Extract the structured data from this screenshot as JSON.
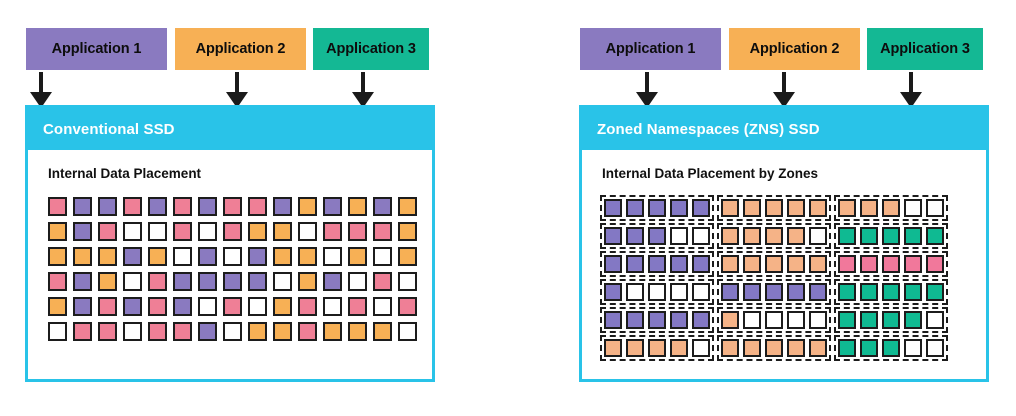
{
  "diagram": {
    "title": "Conventional SSD vs Zoned Namespaces (ZNS) SSD data placement",
    "colors": {
      "purple": "#8a7ac0",
      "orange": "#f7b055",
      "teal": "#14b894",
      "cyan_header": "#29c3e8",
      "pink": "#ef7f96",
      "peach": "#f5b387",
      "zns_purple": "#8378c4",
      "zns_teal": "#0fba92",
      "zns_pink": "#f1789b",
      "white": "#ffffff",
      "outline": "#1c1c1c"
    }
  },
  "panels": [
    {
      "id": "conventional",
      "applications": [
        {
          "label": "Application 1",
          "color": "#8a7ac0"
        },
        {
          "label": "Application 2",
          "color": "#f7b055"
        },
        {
          "label": "Application 3",
          "color": "#14b894"
        }
      ],
      "header_title": "Conventional SSD",
      "subtitle": "Internal Data Placement",
      "grid": {
        "type": "flat",
        "rows": 6,
        "cols": 15,
        "legend": {
          "P": "#ef7f96",
          "V": "#8a7ac0",
          "O": "#f7b055",
          "W": "#ffffff"
        },
        "cells": [
          [
            "P",
            "V",
            "V",
            "P",
            "V",
            "P",
            "V",
            "P",
            "P",
            "V",
            "O",
            "V",
            "O",
            "V",
            "O"
          ],
          [
            "O",
            "V",
            "P",
            "W",
            "W",
            "P",
            "W",
            "P",
            "O",
            "O",
            "W",
            "P",
            "P",
            "P",
            "O"
          ],
          [
            "O",
            "O",
            "O",
            "V",
            "O",
            "W",
            "V",
            "W",
            "V",
            "O",
            "O",
            "W",
            "O",
            "W",
            "O"
          ],
          [
            "P",
            "V",
            "O",
            "W",
            "P",
            "V",
            "V",
            "V",
            "V",
            "W",
            "O",
            "V",
            "W",
            "P",
            "W"
          ],
          [
            "O",
            "V",
            "P",
            "V",
            "P",
            "V",
            "W",
            "P",
            "W",
            "O",
            "P",
            "W",
            "P",
            "W",
            "P"
          ],
          [
            "W",
            "P",
            "P",
            "W",
            "P",
            "P",
            "V",
            "W",
            "O",
            "O",
            "P",
            "O",
            "O",
            "O",
            "W"
          ]
        ]
      }
    },
    {
      "id": "zns",
      "applications": [
        {
          "label": "Application 1",
          "color": "#8a7ac0"
        },
        {
          "label": "Application 2",
          "color": "#f7b055"
        },
        {
          "label": "Application 3",
          "color": "#14b894"
        }
      ],
      "header_title": "Zoned Namespaces (ZNS) SSD",
      "subtitle": "Internal Data Placement by Zones",
      "grid": {
        "type": "zoned",
        "rows": 6,
        "zones_per_row": 3,
        "cols_per_zone": 5,
        "legend": {
          "V": "#8378c4",
          "H": "#f5b387",
          "T": "#0fba92",
          "P": "#f1789b",
          "W": "#ffffff"
        },
        "cells": [
          [
            [
              "V",
              "V",
              "V",
              "V",
              "V"
            ],
            [
              "H",
              "H",
              "H",
              "H",
              "H"
            ],
            [
              "H",
              "H",
              "H",
              "W",
              "W"
            ]
          ],
          [
            [
              "V",
              "V",
              "V",
              "W",
              "W"
            ],
            [
              "H",
              "H",
              "H",
              "H",
              "W"
            ],
            [
              "T",
              "T",
              "T",
              "T",
              "T"
            ]
          ],
          [
            [
              "V",
              "V",
              "V",
              "V",
              "V"
            ],
            [
              "H",
              "H",
              "H",
              "H",
              "H"
            ],
            [
              "P",
              "P",
              "P",
              "P",
              "P"
            ]
          ],
          [
            [
              "V",
              "W",
              "W",
              "W",
              "W"
            ],
            [
              "V",
              "V",
              "V",
              "V",
              "V"
            ],
            [
              "T",
              "T",
              "T",
              "T",
              "T"
            ]
          ],
          [
            [
              "V",
              "V",
              "V",
              "V",
              "V"
            ],
            [
              "H",
              "W",
              "W",
              "W",
              "W"
            ],
            [
              "T",
              "T",
              "T",
              "T",
              "W"
            ]
          ],
          [
            [
              "H",
              "H",
              "H",
              "H",
              "W"
            ],
            [
              "H",
              "H",
              "H",
              "H",
              "H"
            ],
            [
              "T",
              "T",
              "T",
              "W",
              "W"
            ]
          ]
        ]
      }
    }
  ]
}
